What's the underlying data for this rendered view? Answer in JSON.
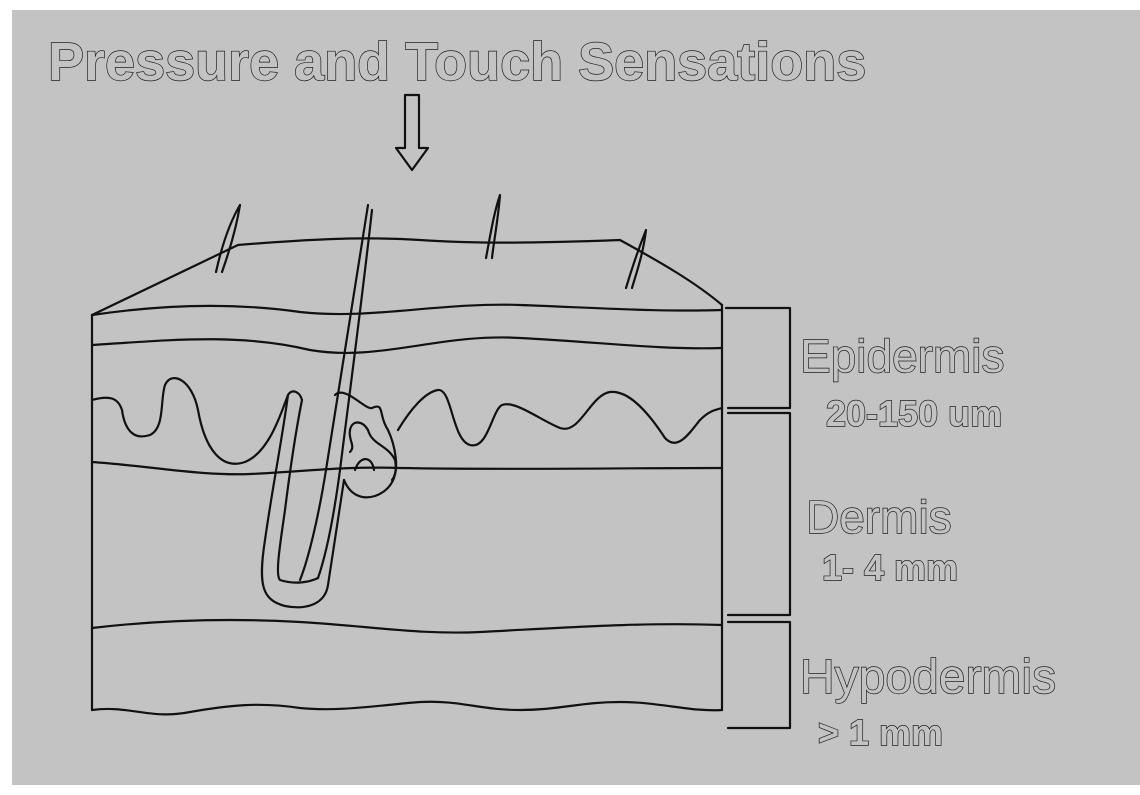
{
  "title": "Pressure and Touch Sensations",
  "layers": [
    {
      "name": "Epidermis",
      "thickness": "20-150 um"
    },
    {
      "name": "Dermis",
      "thickness": "1- 4 mm"
    },
    {
      "name": "Hypodermis",
      "thickness": "> 1 mm"
    }
  ],
  "colors": {
    "background": "#c3c3c3",
    "line": "#111111"
  },
  "icons": {
    "pressure_arrow": "down-arrow-icon"
  }
}
